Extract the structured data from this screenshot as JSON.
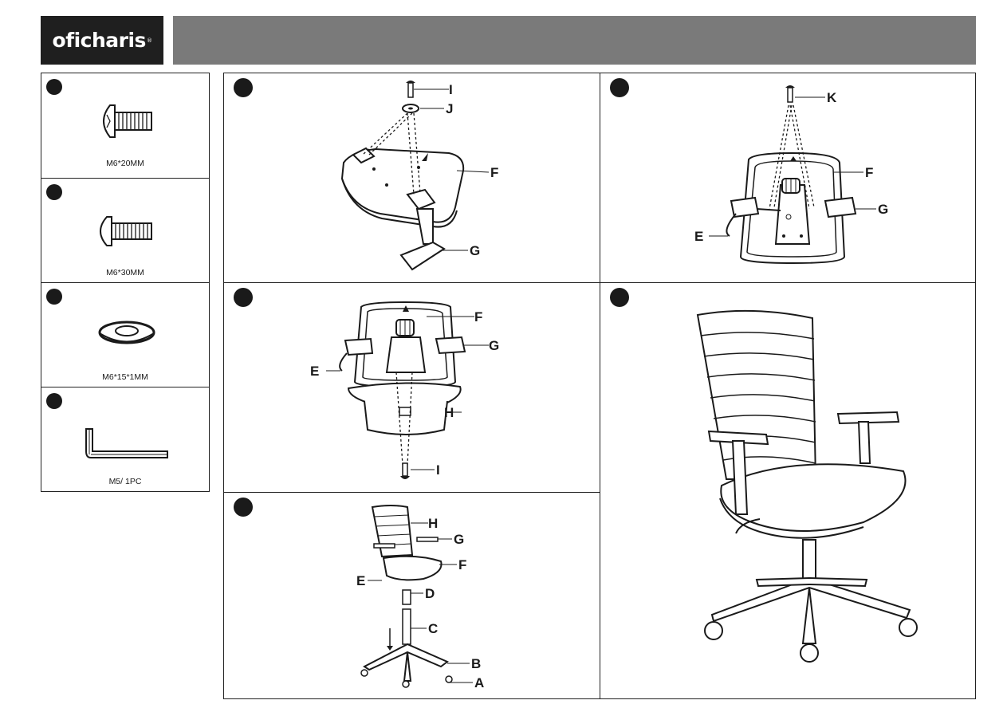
{
  "brand": {
    "name": "oficharis",
    "trademark": "®"
  },
  "parts": [
    {
      "label": "M6*20MM",
      "icon": "bolt-icon"
    },
    {
      "label": "M6*30MM",
      "icon": "bolt-icon"
    },
    {
      "label": "M6*15*1MM",
      "icon": "washer-icon"
    },
    {
      "label": "M5/ 1PC",
      "icon": "allen-key-icon"
    }
  ],
  "steps": {
    "step1": {
      "callouts": {
        "i": "I",
        "j": "J",
        "f": "F",
        "g": "G"
      }
    },
    "step2": {
      "callouts": {
        "k": "K",
        "f": "F",
        "g": "G",
        "e": "E"
      }
    },
    "step3": {
      "callouts": {
        "f": "F",
        "g": "G",
        "e": "E",
        "h": "H",
        "i": "I"
      }
    },
    "step4": {
      "callouts": {
        "h": "H",
        "g": "G",
        "f": "F",
        "e": "E",
        "d": "D",
        "c": "C",
        "b": "B",
        "a": "A"
      }
    },
    "step5": {}
  }
}
